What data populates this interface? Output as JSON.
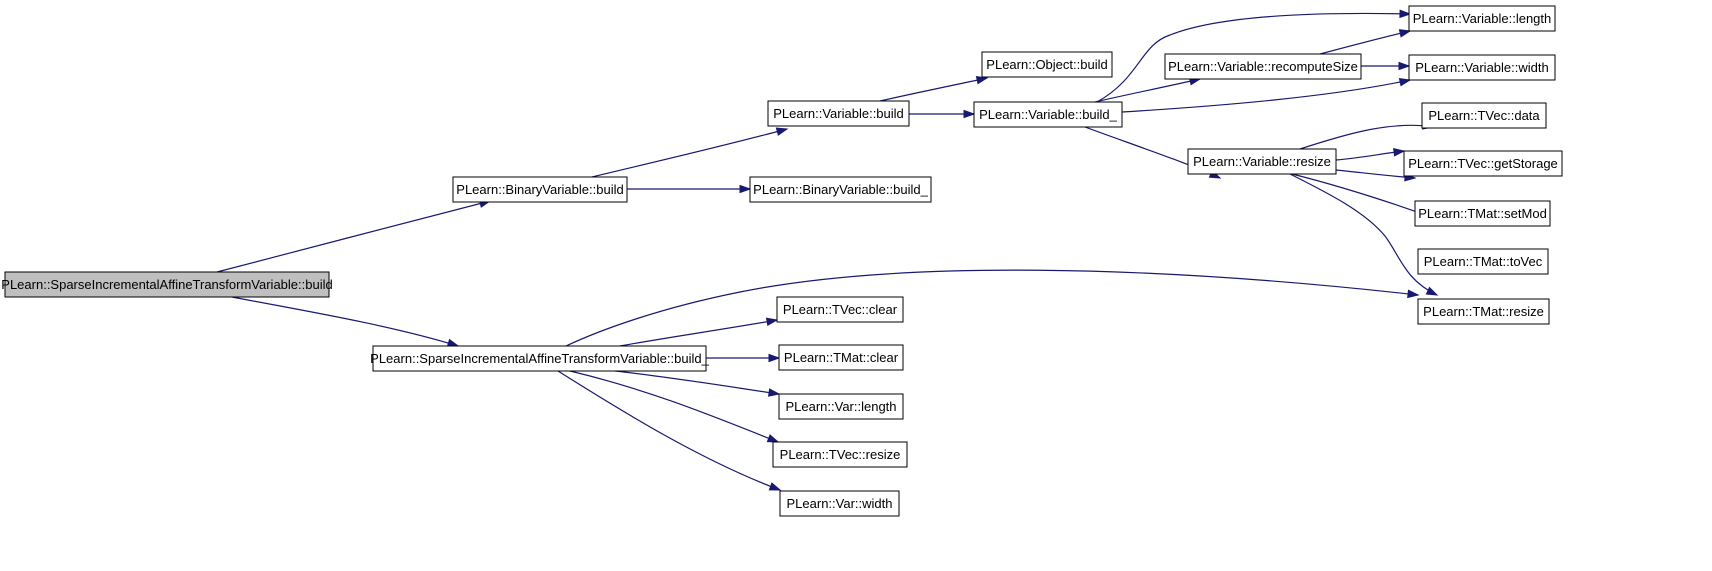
{
  "diagram": {
    "type": "call-graph",
    "colors": {
      "edge": "#191970",
      "root_fill": "#bfbfbf",
      "node_fill": "#ffffff",
      "border": "#000000"
    },
    "nodes": [
      {
        "id": "root",
        "label": "PLearn::SparseIncrementalAffineTransformVariable::build",
        "root": true
      },
      {
        "id": "bvbuild",
        "label": "PLearn::BinaryVariable::build"
      },
      {
        "id": "sbuild_",
        "label": "PLearn::SparseIncrementalAffineTransformVariable::build_"
      },
      {
        "id": "vbuild",
        "label": "PLearn::Variable::build"
      },
      {
        "id": "bvbuild_",
        "label": "PLearn::BinaryVariable::build_"
      },
      {
        "id": "obuild",
        "label": "PLearn::Object::build"
      },
      {
        "id": "vbuild_",
        "label": "PLearn::Variable::build_"
      },
      {
        "id": "vrecompute",
        "label": "PLearn::Variable::recomputeSize"
      },
      {
        "id": "vlength",
        "label": "PLearn::Variable::length"
      },
      {
        "id": "vwidth",
        "label": "PLearn::Variable::width"
      },
      {
        "id": "vresize",
        "label": "PLearn::Variable::resize"
      },
      {
        "id": "tvdata",
        "label": "PLearn::TVec::data"
      },
      {
        "id": "tvgetstorage",
        "label": "PLearn::TVec::getStorage"
      },
      {
        "id": "tmsetmod",
        "label": "PLearn::TMat::setMod"
      },
      {
        "id": "tmtovec",
        "label": "PLearn::TMat::toVec"
      },
      {
        "id": "tmresize",
        "label": "PLearn::TMat::resize"
      },
      {
        "id": "tvclear",
        "label": "PLearn::TVec::clear"
      },
      {
        "id": "tmclear",
        "label": "PLearn::TMat::clear"
      },
      {
        "id": "varlength",
        "label": "PLearn::Var::length"
      },
      {
        "id": "tvresize",
        "label": "PLearn::TVec::resize"
      },
      {
        "id": "varwidth",
        "label": "PLearn::Var::width"
      }
    ],
    "edges": [
      {
        "from": "root",
        "to": "bvbuild"
      },
      {
        "from": "root",
        "to": "sbuild_"
      },
      {
        "from": "bvbuild",
        "to": "vbuild"
      },
      {
        "from": "bvbuild",
        "to": "bvbuild_"
      },
      {
        "from": "vbuild",
        "to": "obuild"
      },
      {
        "from": "vbuild",
        "to": "vbuild_"
      },
      {
        "from": "vbuild_",
        "to": "vlength"
      },
      {
        "from": "vbuild_",
        "to": "vrecompute"
      },
      {
        "from": "vbuild_",
        "to": "vwidth"
      },
      {
        "from": "vbuild_",
        "to": "vresize"
      },
      {
        "from": "vrecompute",
        "to": "vlength"
      },
      {
        "from": "vrecompute",
        "to": "vwidth"
      },
      {
        "from": "vresize",
        "to": "tvdata"
      },
      {
        "from": "vresize",
        "to": "tvgetstorage"
      },
      {
        "from": "vresize",
        "to": "tmsetmod"
      },
      {
        "from": "vresize",
        "to": "tmtovec"
      },
      {
        "from": "vresize",
        "to": "tmresize"
      },
      {
        "from": "sbuild_",
        "to": "tmresize"
      },
      {
        "from": "sbuild_",
        "to": "tvclear"
      },
      {
        "from": "sbuild_",
        "to": "tmclear"
      },
      {
        "from": "sbuild_",
        "to": "varlength"
      },
      {
        "from": "sbuild_",
        "to": "tvresize"
      },
      {
        "from": "sbuild_",
        "to": "varwidth"
      }
    ]
  }
}
